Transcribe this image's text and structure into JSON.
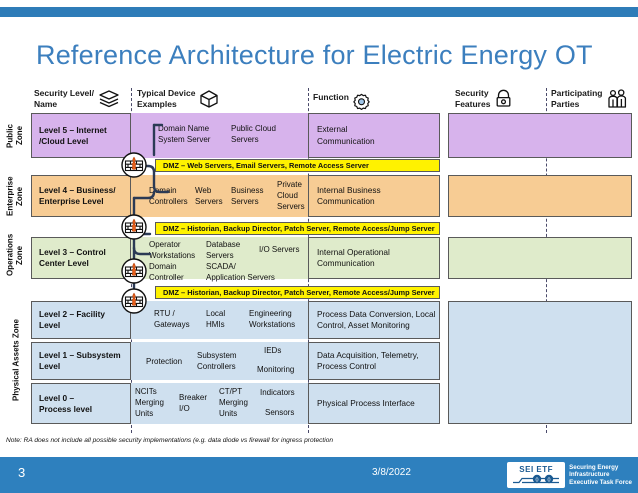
{
  "slide": {
    "title": "Reference Architecture for Electric Energy OT",
    "page_number": "3",
    "date": "3/8/2022",
    "note": "Note: RA does not include all possible security implementations (e.g. data diode vs firewall for ingress protection",
    "logo": {
      "mark_text": "SEI ETF",
      "org_line1": "Securing Energy",
      "org_line2": "Infrastructure",
      "org_line3": "Executive Task Force"
    }
  },
  "colors": {
    "title": "#3C7FBE",
    "bar": "#2E80BE",
    "dmz": "#FFF200",
    "public_zone": "#D7B3EC",
    "enterprise_zone": "#F7CC94",
    "operations_zone": "#DFEBCB",
    "physical_zone": "#CFE0EF"
  },
  "headers": [
    {
      "label": "Security Level/\nName",
      "icon": "layers-icon"
    },
    {
      "label": "Typical Device\nExamples",
      "icon": "cube-icon"
    },
    {
      "label": "Function",
      "icon": "gear-icon"
    },
    {
      "label": "Security\nFeatures",
      "icon": "lock-icon"
    },
    {
      "label": "Participating\nParties",
      "icon": "people-icon"
    }
  ],
  "zones": [
    {
      "label": "Public\nZone"
    },
    {
      "label": "Enterprise\nZone"
    },
    {
      "label": "Operations\nZone"
    },
    {
      "label": "Physical Assets Zone"
    }
  ],
  "levels": [
    {
      "name": "Level 5 – Internet\n/Cloud Level",
      "devices": [
        "Domain Name\nSystem Server",
        "Public Cloud\nServers"
      ],
      "function": "External\nCommunication"
    },
    {
      "name": "Level 4 – Business/\nEnterprise Level",
      "devices": [
        "Domain\nControllers",
        "Web\nServers",
        "Business\nServers",
        "Private\nCloud\nServers"
      ],
      "function": "Internal Business\nCommunication"
    },
    {
      "name": "Level 3 – Control\nCenter Level",
      "devices": [
        "Operator\nWorkstations",
        "Database\nServers",
        "I/O Servers",
        "Domain\nController",
        "SCADA/\nApplication Servers"
      ],
      "function": "Internal Operational\nCommunication"
    },
    {
      "name": "Level 2 – Facility\nLevel",
      "devices": [
        "RTU /\nGateways",
        "Local\nHMIs",
        "Engineering\nWorkstations"
      ],
      "function": "Process Data Conversion, Local\nControl, Asset Monitoring"
    },
    {
      "name": "Level 1 – Subsystem\nLevel",
      "devices": [
        "Protection",
        "Subsystem\nControllers",
        "IEDs",
        "Monitoring"
      ],
      "function": "Data Acquisition, Telemetry,\nProcess Control"
    },
    {
      "name": "Level 0 –\nProcess level",
      "devices": [
        "NCITs\nMerging\nUnits",
        "Breaker\nI/O",
        "CT/PT\nMerging\nUnits",
        "Indicators",
        "Sensors"
      ],
      "function": "Physical Process Interface"
    }
  ],
  "dmz_bars": [
    "DMZ – Web Servers, Email Servers, Remote Access Server",
    "DMZ – Historian, Backup Director, Patch Server, Remote Access/Jump Server",
    "DMZ – Historian, Backup Director, Patch Server, Remote Access/Jump Server"
  ],
  "firewall_icon_label": "firewall-icon"
}
